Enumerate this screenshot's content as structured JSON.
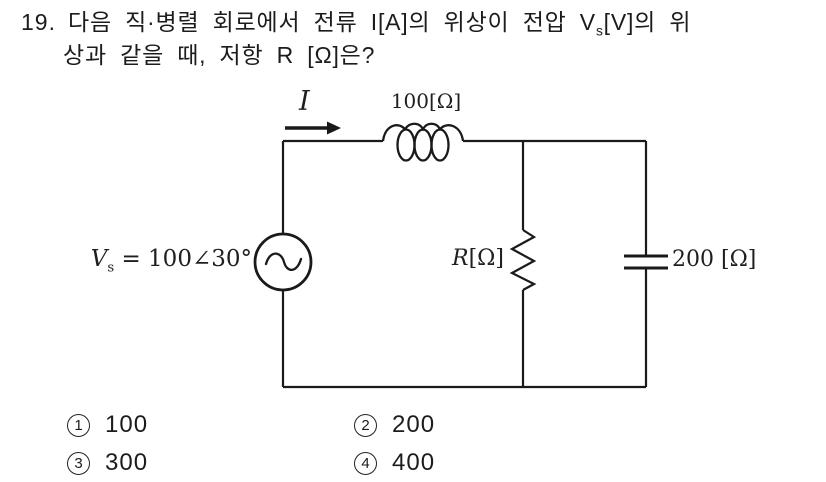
{
  "question": {
    "number": "19.",
    "line1_pre": "다음 직·병렬 회로에서 전류 I[A]의 위상이 전압 V",
    "line1_sub": "s",
    "line1_post": "[V]의 위",
    "line2": "상과 같을 때, 저항 R [Ω]은?"
  },
  "circuit": {
    "current_label": "I",
    "inductor_label": "100[Ω]",
    "source_v": "V",
    "source_sub": "s",
    "source_rest": " = 100∠30°",
    "resistor_r": "R",
    "resistor_unit": "[Ω]",
    "capacitor_label": "200 [Ω]"
  },
  "options": [
    {
      "digit": "1",
      "value": "100"
    },
    {
      "digit": "2",
      "value": "200"
    },
    {
      "digit": "3",
      "value": "300"
    },
    {
      "digit": "4",
      "value": "400"
    }
  ]
}
